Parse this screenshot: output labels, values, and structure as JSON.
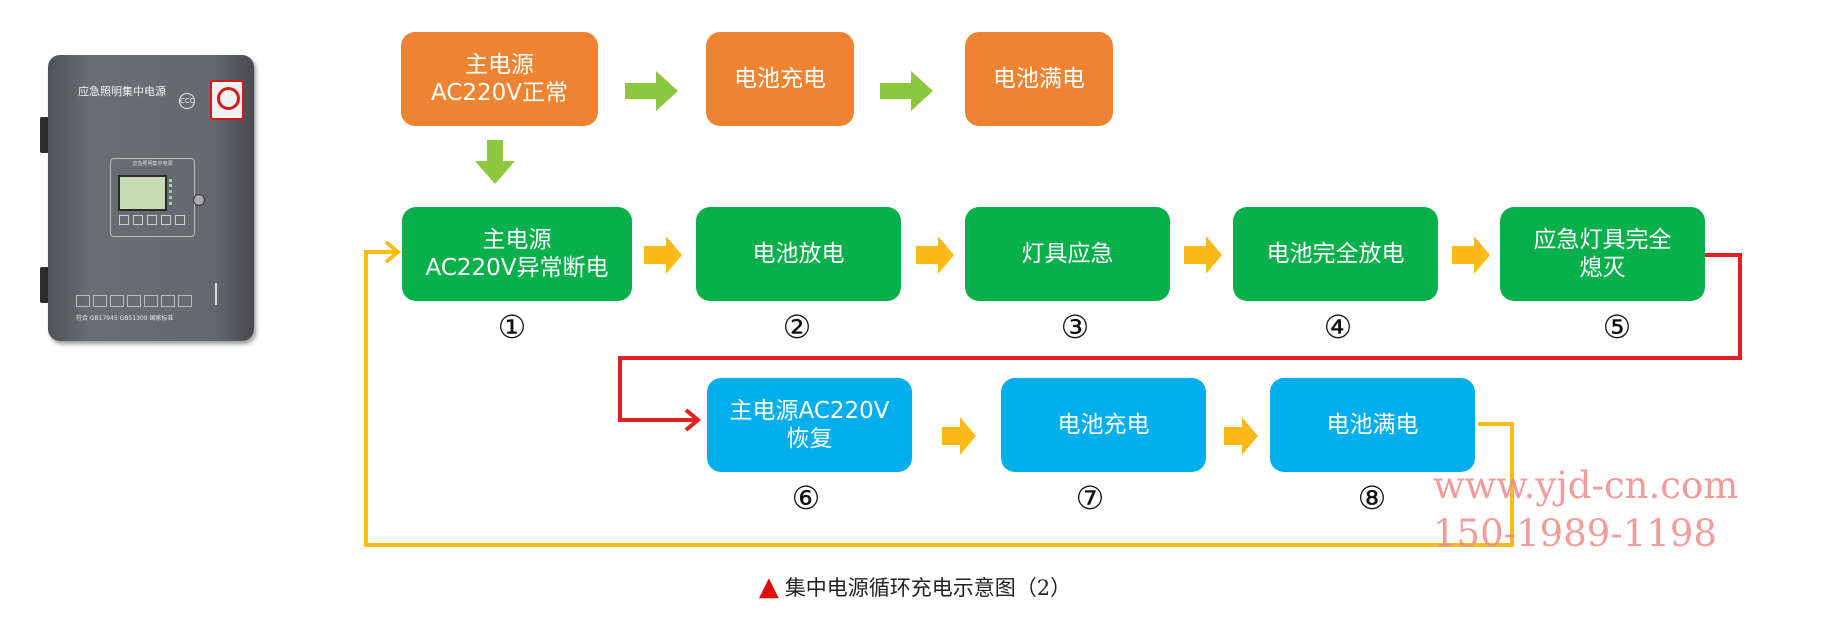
{
  "device": {
    "title": "应急照明集中电源",
    "panel_title": "应急照明集中电源",
    "standard": "符合 GB17945 GB51309 国家标准",
    "cert_mark": "CCC"
  },
  "row1": [
    {
      "line1": "主电源",
      "line2": "AC220V正常"
    },
    {
      "line1": "电池充电",
      "line2": ""
    },
    {
      "line1": "电池满电",
      "line2": ""
    }
  ],
  "row2": [
    {
      "line1": "主电源",
      "line2": "AC220V异常断电",
      "num": "①"
    },
    {
      "line1": "电池放电",
      "line2": "",
      "num": "②"
    },
    {
      "line1": "灯具应急",
      "line2": "",
      "num": "③"
    },
    {
      "line1": "电池完全放电",
      "line2": "",
      "num": "④"
    },
    {
      "line1": "应急灯具完全",
      "line2": "熄灭",
      "num": "⑤"
    }
  ],
  "row3": [
    {
      "line1": "主电源AC220V",
      "line2": "恢复",
      "num": "⑥"
    },
    {
      "line1": "电池充电",
      "line2": "",
      "num": "⑦"
    },
    {
      "line1": "电池满电",
      "line2": "",
      "num": "⑧"
    }
  ],
  "watermark": {
    "line1": "www.yjd-cn.com",
    "line2": "150-1989-1198"
  },
  "caption": "集中电源循环充电示意图（2）",
  "colors": {
    "orange": "#ee8432",
    "green": "#07b04b",
    "blue": "#02afec",
    "arrow_green": "#8dc63f",
    "arrow_yellow": "#fbb917",
    "loop_red": "#e31e24",
    "loop_yellow": "#fbbc14"
  }
}
